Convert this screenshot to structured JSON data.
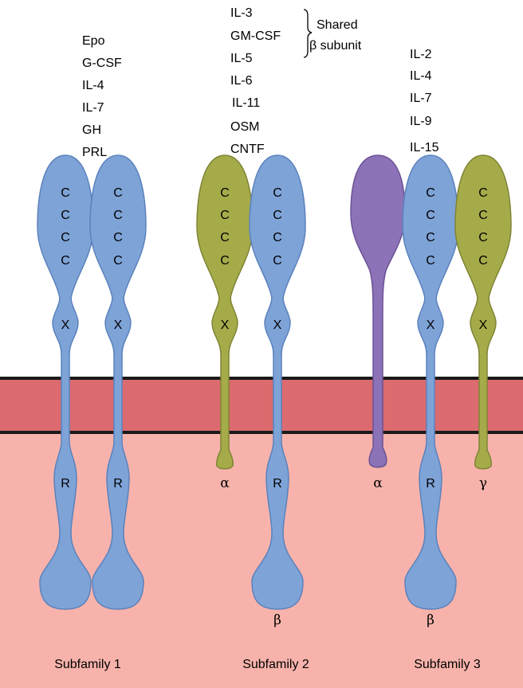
{
  "colors": {
    "background": "#ffffff",
    "membrane": "#db6b6f",
    "membrane_edge": "#1a1a1a",
    "cytoplasm": "#f7b3ab",
    "chain_blue": "#7ea3d7",
    "chain_blue_edge": "#5b82bd",
    "chain_olive": "#a6ab4a",
    "chain_olive_edge": "#7f8434",
    "chain_purple": "#8c72b6",
    "chain_purple_edge": "#6c5296"
  },
  "subfamily1": {
    "label": "Subfamily 1",
    "ligands": [
      "Epo",
      "G-CSF",
      "IL-4",
      "IL-7",
      "GH",
      "PRL"
    ]
  },
  "subfamily2": {
    "label": "Subfamily 2",
    "ligands": [
      "IL-3",
      "GM-CSF",
      "IL-5",
      "IL-6",
      "IL-11",
      "OSM",
      "CNTF"
    ],
    "shared_note": [
      "Shared",
      "β subunit"
    ]
  },
  "subfamily3": {
    "label": "Subfamily 3",
    "ligands": [
      "IL-2",
      "IL-4",
      "IL-7",
      "IL-9",
      "IL-15"
    ]
  },
  "chains": {
    "c_letter": "C",
    "x_letter": "X",
    "r_letter": "R",
    "alpha": "α",
    "beta": "β",
    "gamma": "γ"
  }
}
